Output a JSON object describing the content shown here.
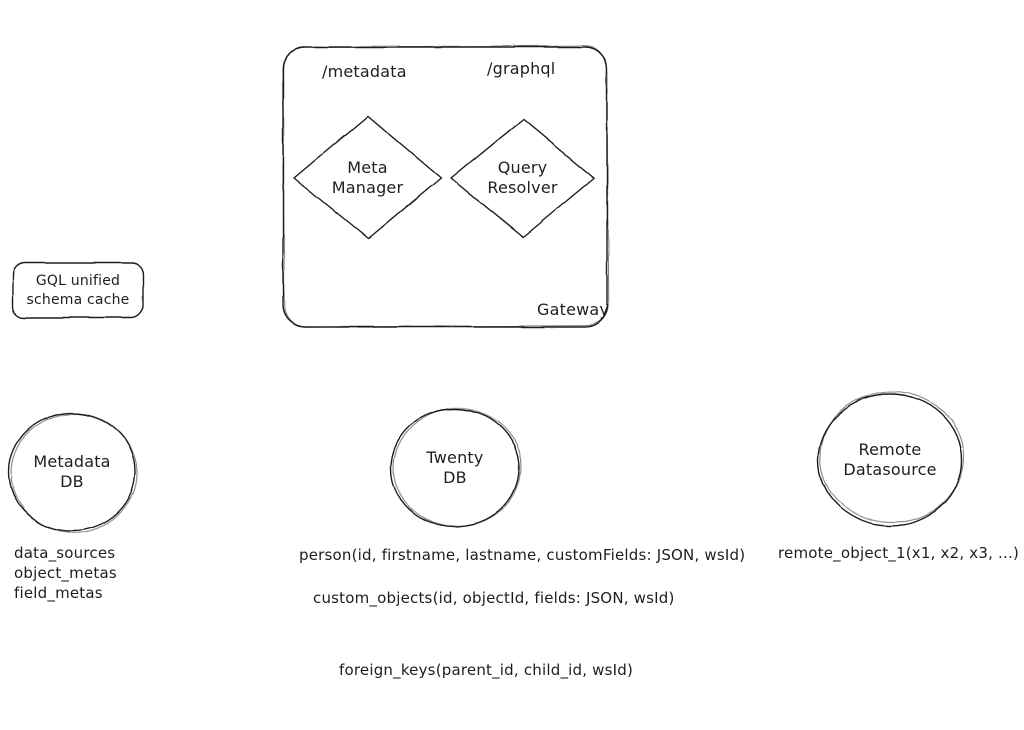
{
  "canvas": {
    "background": "#ffffff",
    "ink": "#1e1e1e"
  },
  "gateway": {
    "label": "Gateway",
    "endpoint_metadata": "/metadata",
    "endpoint_graphql": "/graphql",
    "meta_manager": "Meta\nManager",
    "query_resolver": "Query\nResolver"
  },
  "cache": {
    "label": "GQL unified\nschema cache"
  },
  "datastores": {
    "metadata_db": "Metadata\nDB",
    "twenty_db": "Twenty\nDB",
    "remote_datasource": "Remote\nDatasource"
  },
  "annotations": {
    "metadata_tables": [
      "data_sources",
      "object_metas",
      "field_metas"
    ],
    "person_table": "person(id, firstname, lastname, customFields: JSON, wsId)",
    "custom_objects_table": "custom_objects(id, objectId, fields: JSON, wsId)",
    "foreign_keys_table": "foreign_keys(parent_id, child_id, wsId)",
    "remote_object_table": "remote_object_1(x1, x2, x3, ...)"
  }
}
